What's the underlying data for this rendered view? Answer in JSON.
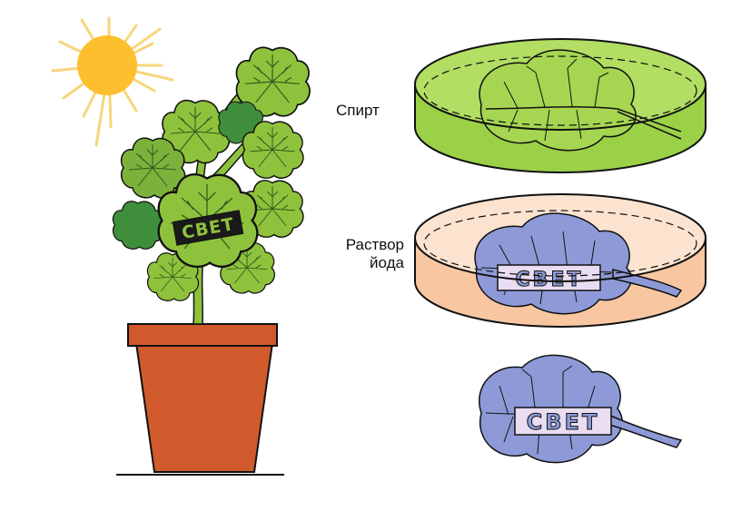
{
  "labels": {
    "alcohol": "Спирт",
    "iodine_line1": "Раствор",
    "iodine_line2": "йода"
  },
  "stencil_word": "СВЕТ",
  "colors": {
    "sun": "#fdbf2d",
    "sun_rays": "#f7d67c",
    "leaf_green": "#8fc23c",
    "leaf_dark_green": "#3f8e3b",
    "pot": "#d05a2c",
    "alcohol_liquid": "#9bd147",
    "iodine_liquid": "#f8c7a1",
    "stained_leaf": "#8e9ad7"
  },
  "icons": [
    "sun-icon",
    "potted-plant-icon",
    "dish-icon",
    "leaf-icon"
  ]
}
